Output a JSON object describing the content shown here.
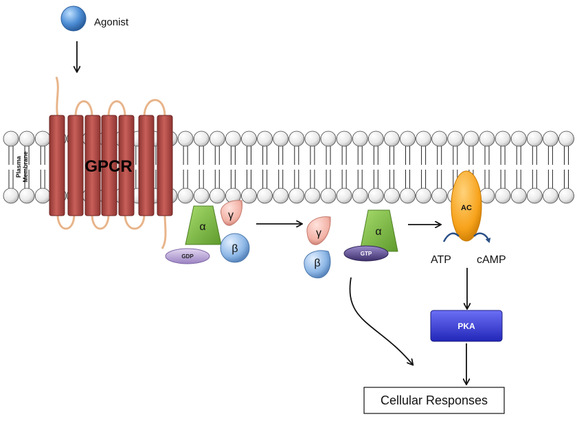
{
  "labels": {
    "agonist": "Agonist",
    "gpcr": "GPCR",
    "membrane_line1": "Plasma",
    "membrane_line2": "Membrane",
    "alpha": "α",
    "beta": "β",
    "gamma": "γ",
    "gdp": "GDP",
    "gtp": "GTP",
    "ac": "AC",
    "atp": "ATP",
    "camp": "cAMP",
    "pka": "PKA",
    "cellular_responses": "Cellular Responses"
  },
  "colors": {
    "agonist_blue": "#4f8fd6",
    "receptor_red": "#b84a45",
    "loop_tan": "#e8b48a",
    "alpha_green": "#7cc243",
    "beta_blue": "#8db7e6",
    "gamma_pink": "#f2b2a6",
    "gdp_purple": "#b8a2d6",
    "gtp_purple": "#5b4a8c",
    "ac_orange": "#f7a21b",
    "pka_blue": "#3b3fe0"
  }
}
